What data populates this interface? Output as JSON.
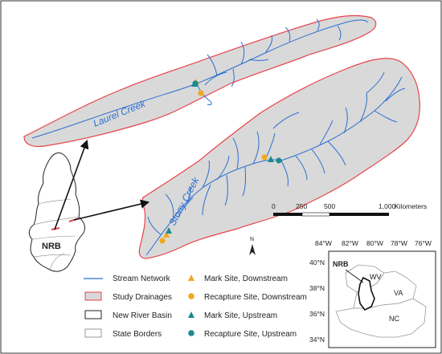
{
  "labels": {
    "laurel_creek": "Laurel Creek",
    "stony_creek": "Stony Creek",
    "nrb": "NRB",
    "north": "N"
  },
  "scalebar": {
    "ticks": [
      "0",
      "250",
      "500",
      "1,000"
    ],
    "unit": "Kilometers"
  },
  "legend": {
    "stream_network": "Stream Network",
    "study_drainages": "Study Drainages",
    "new_river_basin": "New River Basin",
    "state_borders": "State Borders",
    "mark_down": "Mark Site, Downstream",
    "recap_down": "Recapture Site, Downstream",
    "mark_up": "Mark Site, Upstream",
    "recap_up": "Recapture Site, Upstream"
  },
  "inset": {
    "lon_labels": [
      "84°W",
      "82°W",
      "80°W",
      "78°W",
      "76°W"
    ],
    "lat_labels": [
      "40°N",
      "38°N",
      "36°N",
      "34°N"
    ],
    "nrb": "NRB",
    "states": [
      "WV",
      "VA",
      "NC"
    ]
  },
  "colors": {
    "stream": "#2b6fd1",
    "drainage_fill": "#d9d9d9",
    "drainage_border": "#e8434b",
    "mark_downstream": "#f2a81d",
    "mark_upstream": "#1a8b8f"
  }
}
